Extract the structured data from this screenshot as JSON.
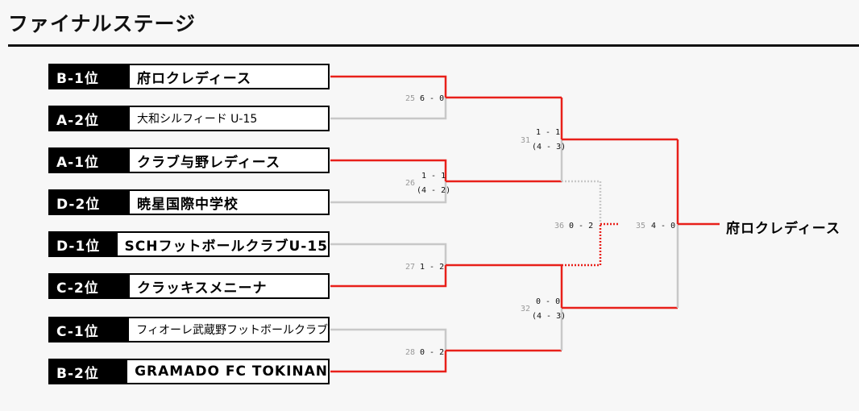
{
  "page_title": "ファイナルステージ",
  "teams": [
    {
      "rank": "B-1位",
      "name": "府ロクレディース"
    },
    {
      "rank": "A-2位",
      "name": "大和シルフィード U-15"
    },
    {
      "rank": "A-1位",
      "name": "クラブ与野レディース"
    },
    {
      "rank": "D-2位",
      "name": "暁星国際中学校"
    },
    {
      "rank": "D-1位",
      "name": "SCHフットボールクラブU-15"
    },
    {
      "rank": "C-2位",
      "name": "クラッキスメニーナ"
    },
    {
      "rank": "C-1位",
      "name": "フィオーレ武蔵野フットボールクラブ"
    },
    {
      "rank": "B-2位",
      "name": "GRAMADO FC TOKINAN"
    }
  ],
  "matches": [
    {
      "no": "25",
      "score": "6 - 0"
    },
    {
      "no": "26",
      "score": "1 - 1",
      "pk": "(4 - 2)"
    },
    {
      "no": "27",
      "score": "1 - 2"
    },
    {
      "no": "28",
      "score": "0 - 2"
    },
    {
      "no": "31",
      "score": "1 - 1",
      "pk": "(4 - 3)"
    },
    {
      "no": "32",
      "score": "0 - 0",
      "pk": "(4 - 3)"
    },
    {
      "no": "35",
      "score": "4 - 0"
    },
    {
      "no": "36",
      "score": "0 - 2"
    }
  ],
  "champion": "府ロクレディース",
  "colors": {
    "winner_line": "#e8201a",
    "loser_line": "#c8c8c8",
    "rank_bg": "#000000"
  }
}
